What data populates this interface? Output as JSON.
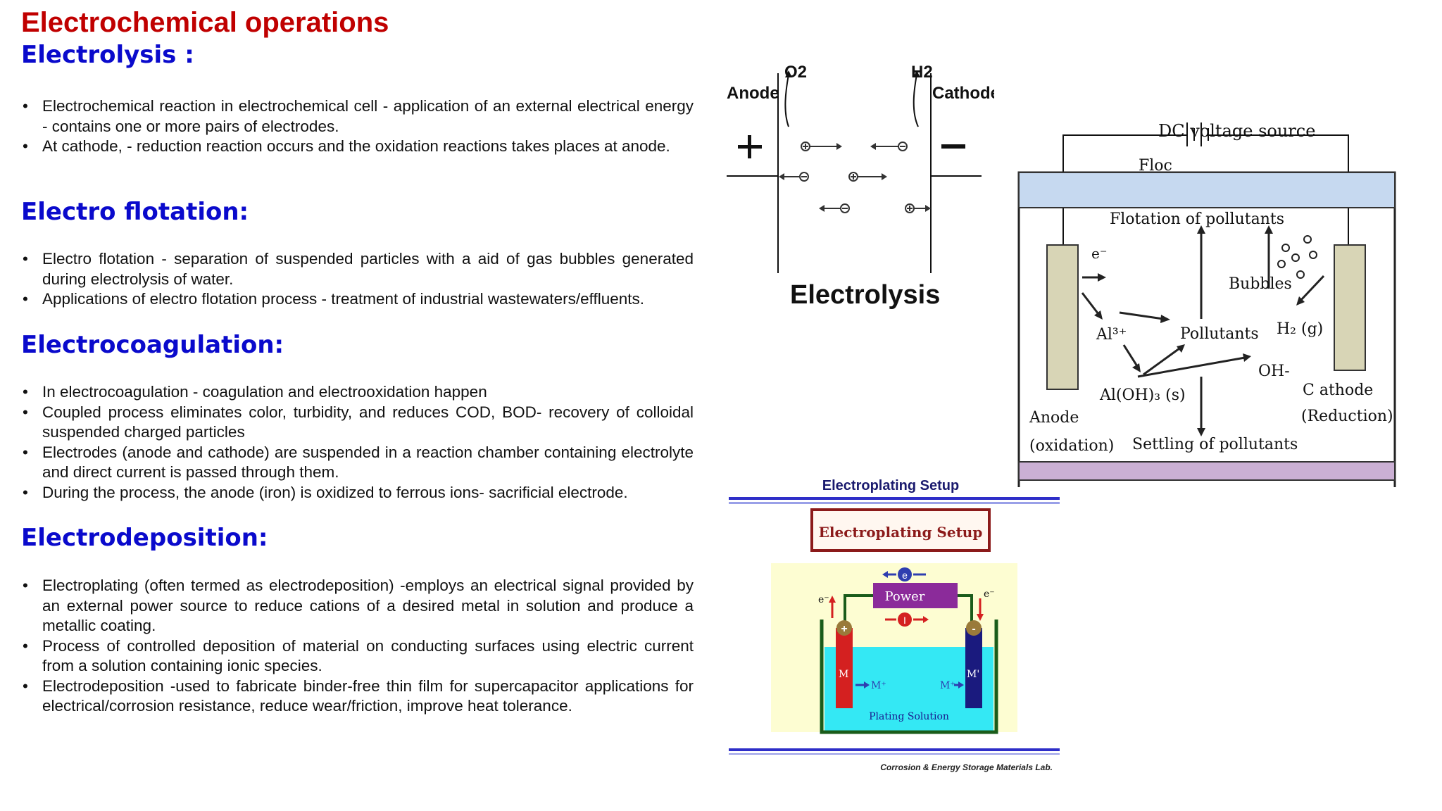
{
  "title": "Electrochemical operations",
  "sections": [
    {
      "heading": "Electrolysis :",
      "bullets": [
        "Electrochemical reaction in electrochemical cell - application of an external electrical energy - contains one or more pairs of electrodes.",
        "At cathode, - reduction reaction occurs and the oxidation reactions takes places at anode."
      ]
    },
    {
      "heading": "Electro flotation:",
      "bullets": [
        "Electro flotation - separation of suspended particles with a aid of gas bubbles generated during electrolysis of water.",
        "Applications of electro flotation process - treatment of industrial wastewaters/effluents."
      ]
    },
    {
      "heading": "Electrocoagulation:",
      "bullets": [
        "In electrocoagulation - coagulation and electrooxidation happen",
        "Coupled process eliminates color, turbidity, and reduces COD, BOD- recovery of colloidal suspended charged particles",
        "Electrodes (anode and cathode) are suspended in a reaction chamber containing electrolyte and direct current is passed through them.",
        "During the process, the anode (iron) is oxidized to ferrous ions- sacrificial electrode."
      ]
    },
    {
      "heading": "Electrodeposition:",
      "bullets": [
        "Electroplating (often termed as electrodeposition) -employs an electrical signal provided by an external power source to reduce cations of a desired metal in solution and produce a metallic coating.",
        "Process of controlled deposition of material on conducting surfaces using electric current from a solution containing ionic species.",
        "Electrodeposition -used to fabricate binder-free thin film for supercapacitor applications for electrical/corrosion resistance, reduce wear/friction, improve heat tolerance."
      ]
    }
  ],
  "figures": {
    "electrolysis": {
      "anode": "Anode",
      "cathode": "Cathode",
      "o2": "O2",
      "h2": "H2",
      "caption": "Electrolysis"
    },
    "flotation": {
      "dc_source": "DC voltage source",
      "floc": "Floc",
      "flotation": "Flotation of pollutants",
      "electron": "e⁻",
      "bubbles": "Bubbles",
      "h2g": "H₂ (g)",
      "al3": "Al³⁺",
      "pollutants": "Pollutants",
      "oh": "OH-",
      "aloh3": "Al(OH)₃ (s)",
      "anode": "Anode",
      "oxidation": "(oxidation)",
      "settling": "Settling of pollutants",
      "cathode": "C athode",
      "reduction": "(Reduction)"
    },
    "electroplating": {
      "header": "Electroplating Setup",
      "box_title": "Electroplating Setup",
      "power": "Power",
      "electron": "e",
      "current": "I",
      "e_left": "e⁻",
      "e_right": "e⁻",
      "plus": "+",
      "minus": "-",
      "m_left": "M",
      "m_right": "M'",
      "ion_left": "M⁺",
      "ion_right": "M⁺",
      "solution": "Plating Solution",
      "footer": "Corrosion & Energy Storage Materials Lab."
    }
  }
}
